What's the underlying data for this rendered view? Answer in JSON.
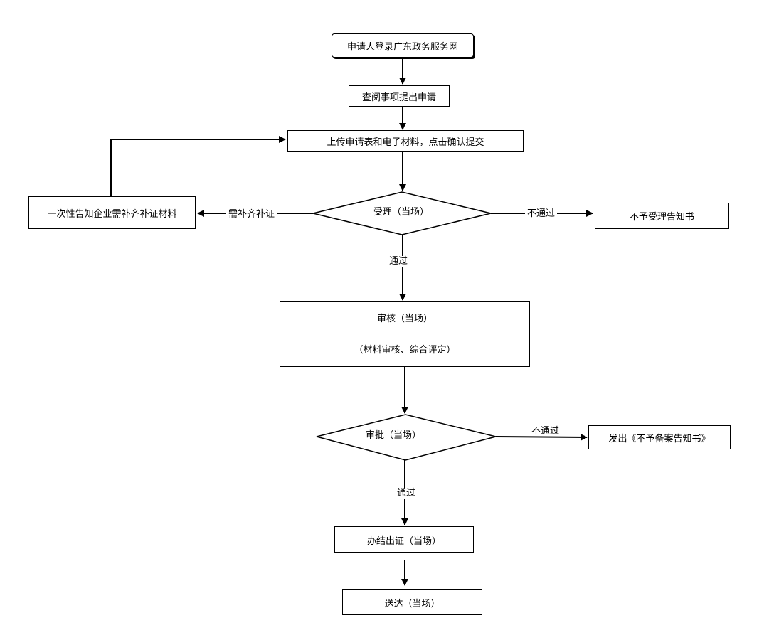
{
  "nodes": {
    "login": "申请人登录广东政务服务网",
    "apply": "查阅事项提出申请",
    "upload": "上传申请表和电子材料，点击确认提交",
    "notify_supplement": "一次性告知企业需补齐补证材料",
    "accept": "受理（当场）",
    "reject_accept": "不予受理告知书",
    "review_title": "审核（当场）",
    "review_sub": "（材料审核、综合评定）",
    "approve": "审批（当场）",
    "reject_record": "发出《不予备案告知书》",
    "issue": "办结出证（当场）",
    "deliver": "送达（当场）"
  },
  "edges": {
    "need_supplement": "需补齐补证",
    "fail_accept": "不通过",
    "pass_accept": "通过",
    "fail_approve": "不通过",
    "pass_approve": "通过"
  }
}
